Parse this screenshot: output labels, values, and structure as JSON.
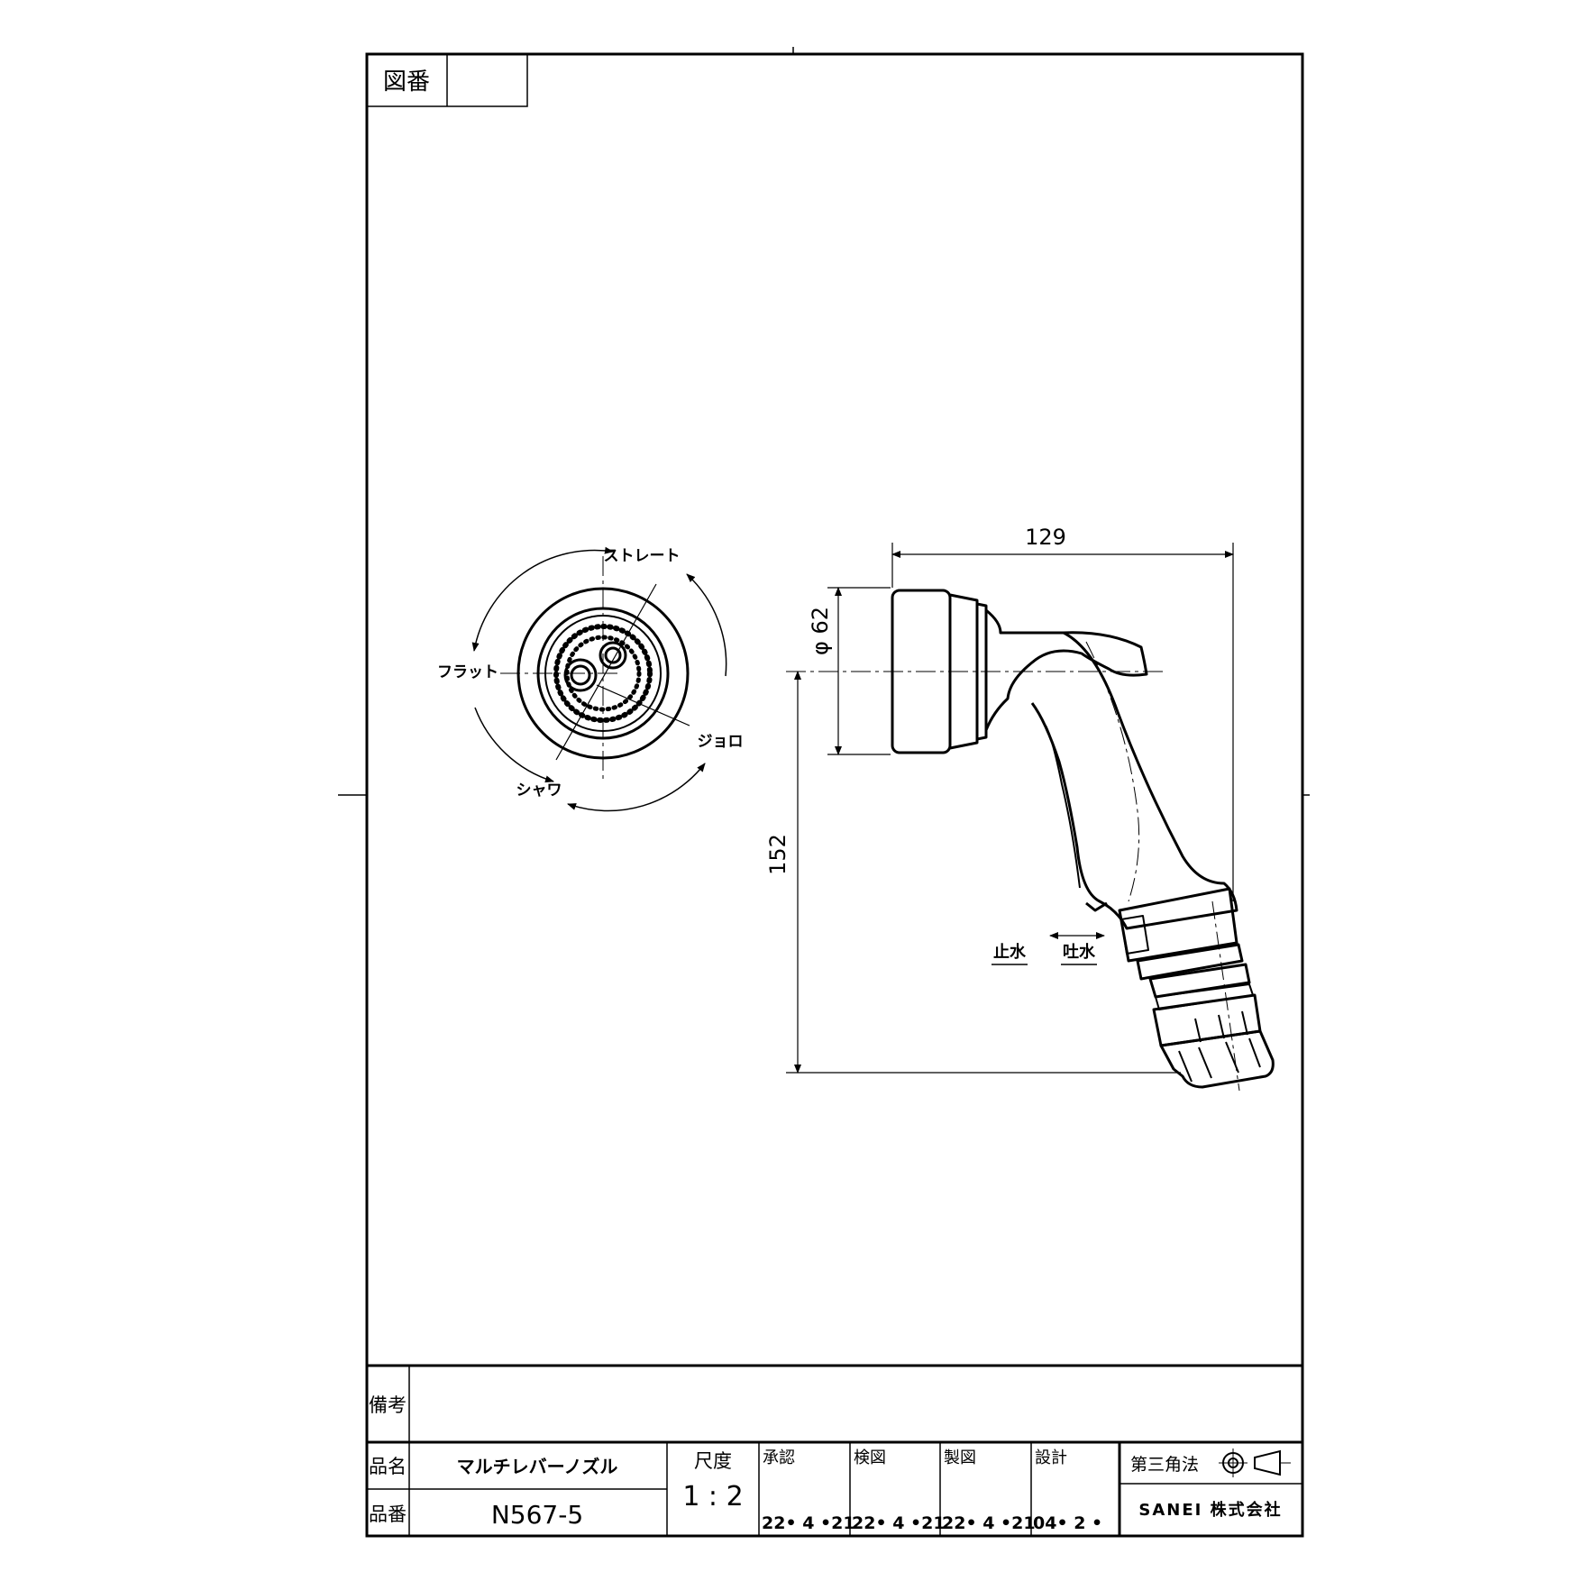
{
  "drawing_number": {
    "label": "図番",
    "value": ""
  },
  "views": {
    "front": {
      "spray_modes": [
        "ストレート",
        "フラット",
        "ジョロ",
        "シャワ"
      ]
    },
    "side": {
      "dimensions": {
        "length": "129",
        "diameter": "φ 62",
        "height": "152"
      },
      "lever_labels": {
        "stop": "止水",
        "discharge": "吐水"
      }
    }
  },
  "title_block": {
    "remarks_label": "備考",
    "remarks_value": "",
    "product_name_label": "品名",
    "product_name": "マルチレバーノズル",
    "product_number_label": "品番",
    "product_number": "N567-5",
    "scale_label": "尺度",
    "scale_value": "1 : 2",
    "approvals": [
      {
        "label": "承認",
        "date": "22• 4 •21"
      },
      {
        "label": "検図",
        "date": "22• 4 •21"
      },
      {
        "label": "製図",
        "date": "22• 4 •21"
      },
      {
        "label": "設計",
        "date": "04• 2 •"
      }
    ],
    "projection_label": "第三角法",
    "company": "SANEI 株式会社"
  }
}
